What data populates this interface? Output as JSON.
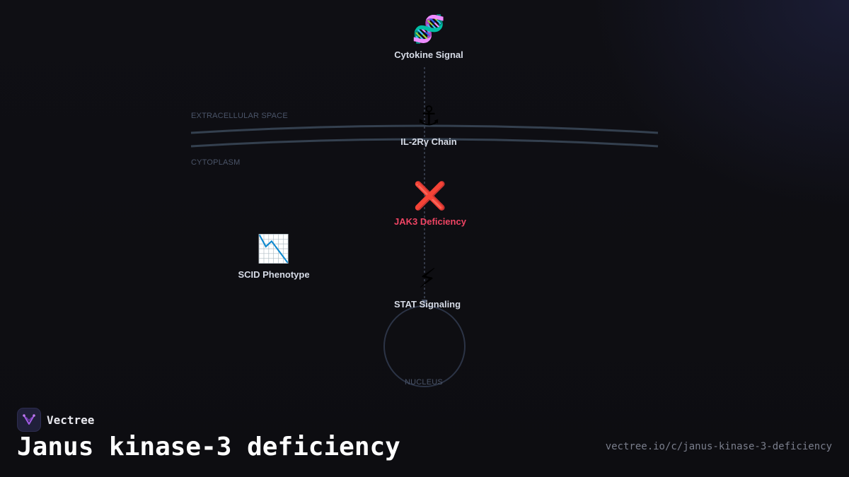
{
  "diagram": {
    "regions": {
      "extracellular": "EXTRACELLULAR SPACE",
      "cytoplasm": "CYTOPLASM",
      "nucleus": "NUCLEUS"
    },
    "nodes": [
      {
        "id": "cytokine",
        "icon": "dna-icon",
        "glyph": "🧬",
        "label": "Cytokine Signal"
      },
      {
        "id": "il2rg",
        "icon": "anchor-icon",
        "glyph": "⚓",
        "label": "IL-2Rγ Chain"
      },
      {
        "id": "jak3",
        "icon": "cross-mark-icon",
        "glyph": "❌",
        "label": "JAK3 Deficiency",
        "status": "alert"
      },
      {
        "id": "scid",
        "icon": "chart-decreasing-icon",
        "glyph": "📉",
        "label": "SCID Phenotype"
      },
      {
        "id": "stat",
        "icon": "lightning-icon",
        "glyph": "⚡",
        "label": "STAT Signaling"
      }
    ],
    "colors": {
      "membrane": "#34404f",
      "connector": "#4a5468",
      "alert": "#ef4463",
      "label": "#d6dbe6"
    }
  },
  "footer": {
    "brand_name": "Vectree",
    "title": "Janus kinase-3 deficiency",
    "url": "vectree.io/c/janus-kinase-3-deficiency"
  }
}
